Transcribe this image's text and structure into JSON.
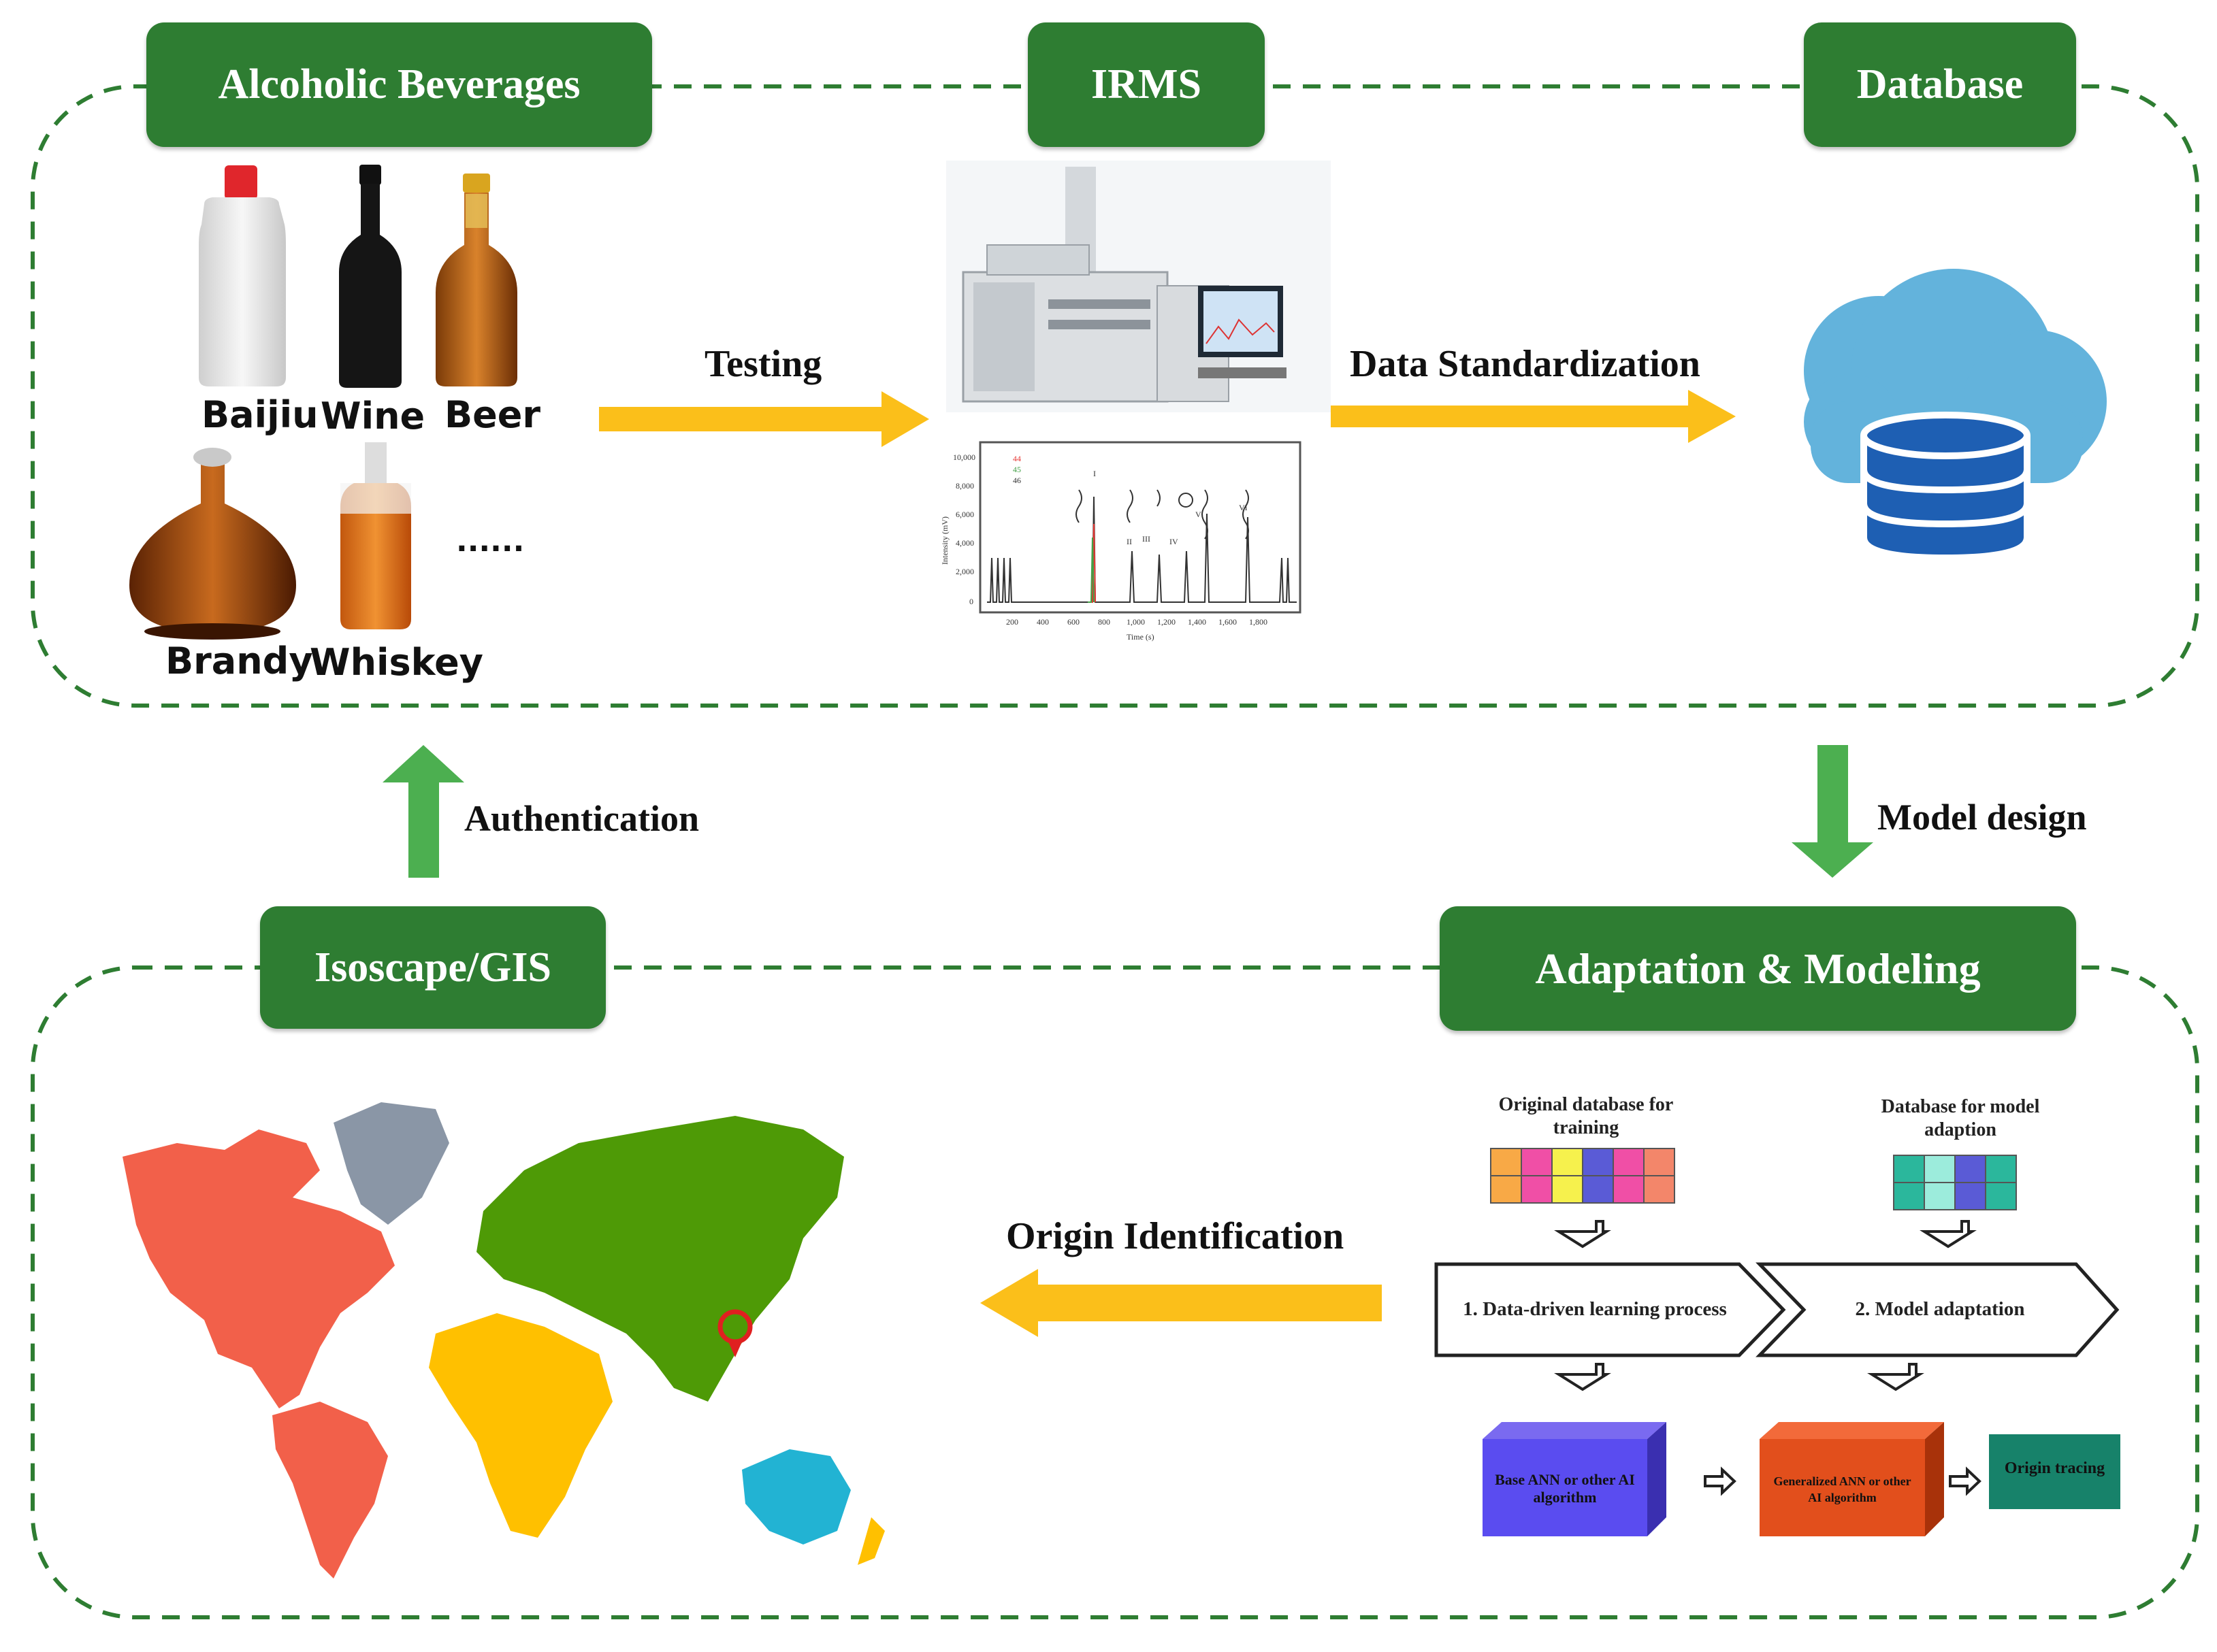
{
  "headers": {
    "alcoholic_beverages": "Alcoholic Beverages",
    "irms": "IRMS",
    "database": "Database",
    "isoscape": "Isoscape/GIS",
    "adaptation": "Adaptation & Modeling"
  },
  "beverages": {
    "baijiu": "Baijiu",
    "wine": "Wine",
    "beer": "Beer",
    "brandy": "Brandy",
    "whiskey": "Whiskey",
    "more": "......"
  },
  "arrows": {
    "testing": "Testing",
    "data_standardization": "Data Standardization",
    "model_design": "Model design",
    "authentication": "Authentication",
    "origin_identification": "Origin Identification"
  },
  "model": {
    "original_db": "Original database for training",
    "adaption_db": "Database for model adaption",
    "step1": "1. Data-driven learning process",
    "step2": "2. Model adaptation",
    "base_ann": "Base ANN or other AI algorithm",
    "generalized_ann": "Generalized ANN or other AI algorithm",
    "origin_tracing": "Origin tracing"
  },
  "chromatogram": {
    "y_axis_label": "Intensity (mV)",
    "x_axis_label": "Time (s)",
    "y_ticks": [
      "10,000",
      "8,000",
      "6,000",
      "4,000",
      "2,000",
      "0"
    ],
    "x_ticks": [
      "200",
      "400",
      "600",
      "800",
      "1,000",
      "1,200",
      "1,400",
      "1,600",
      "1,800"
    ],
    "legend": [
      "44",
      "45",
      "46"
    ],
    "peak_labels": [
      "I",
      "II",
      "III",
      "IV",
      "V",
      "VI"
    ]
  },
  "colors": {
    "header_green": "#2e7d32",
    "dash_green": "#2e7d32",
    "arrow_orange": "#fbbf1a",
    "arrow_green": "#4caf50",
    "cloud_blue": "#63b3dc",
    "db_blue": "#1e5fb3"
  }
}
